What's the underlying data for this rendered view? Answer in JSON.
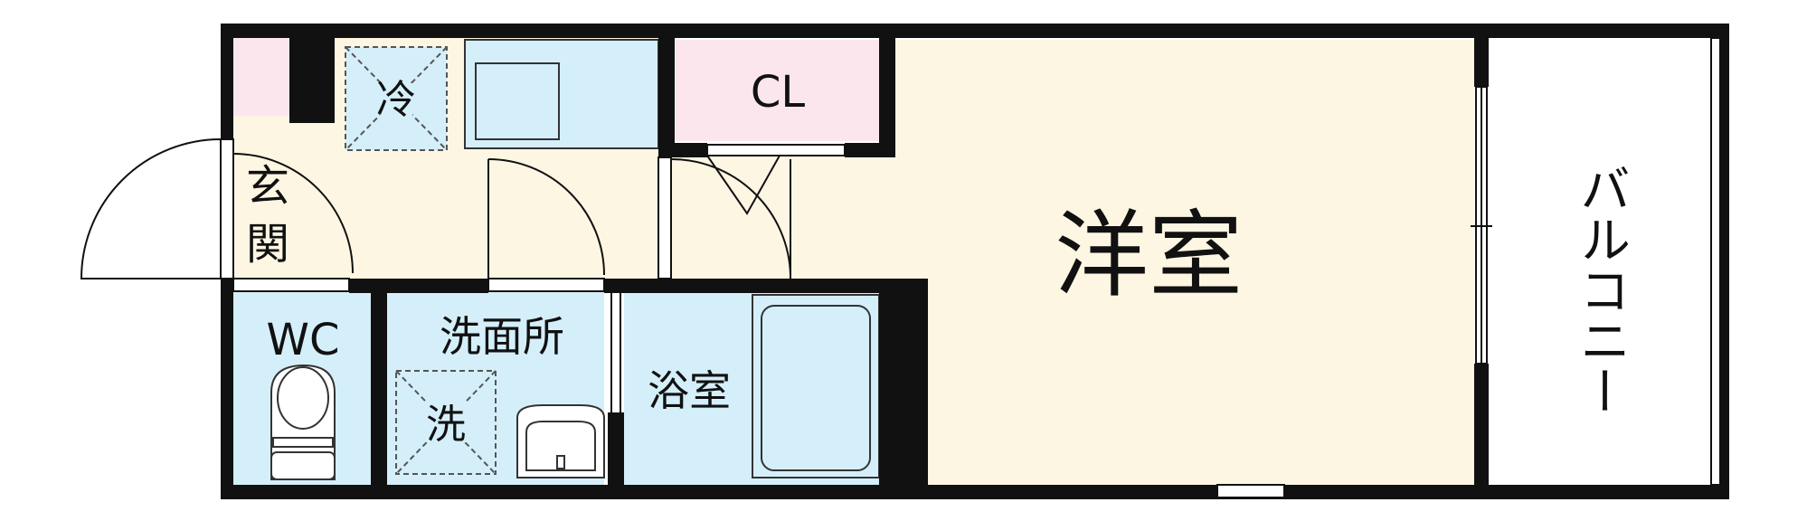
{
  "labels": {
    "genkan": "玄関",
    "fridge": "冷",
    "closet": "CL",
    "western_room": "洋室",
    "balcony": "バルコニー",
    "wc": "WC",
    "washroom": "洗面所",
    "washer": "洗",
    "bathroom": "浴室"
  },
  "colors": {
    "wall": "#111111",
    "floor": "#fdf6e3",
    "wet_area": "#d4eff9",
    "storage": "#fbe6ee",
    "balcony": "#ffffff",
    "fixture_line": "#333333"
  },
  "icons": {
    "door_swing": "arc",
    "toilet": "toilet-icon",
    "sink": "sink-icon",
    "bathtub": "bathtub-icon"
  }
}
